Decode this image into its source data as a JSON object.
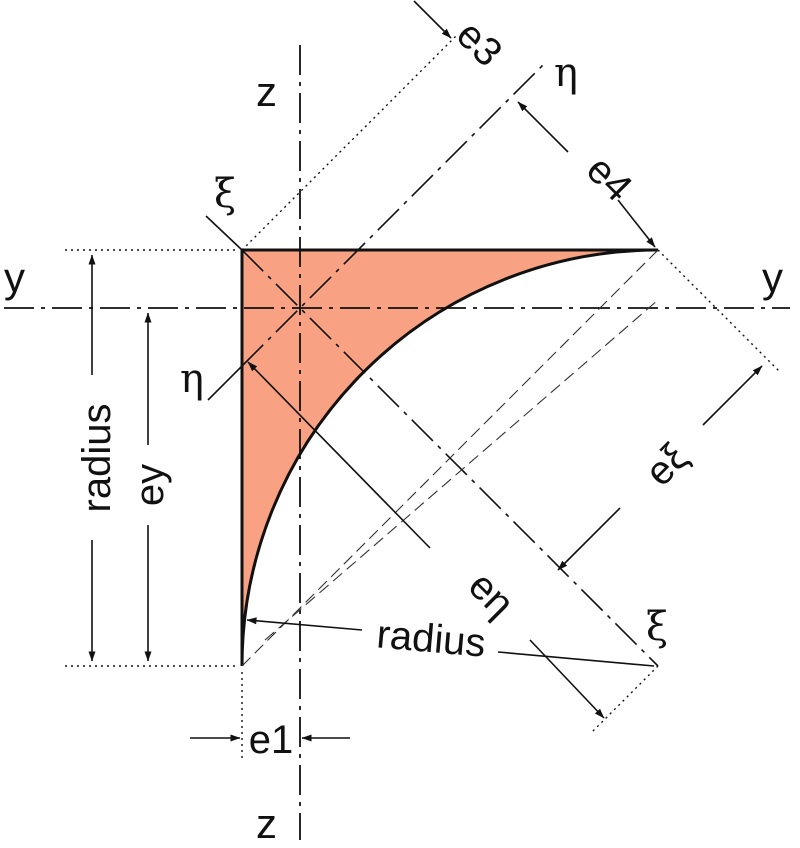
{
  "labels": {
    "z_top": "z",
    "z_bottom": "z",
    "y_left": "y",
    "y_right": "y",
    "xi_top": "ξ",
    "xi_bottom": "ξ",
    "eta_top": "η",
    "eta_left": "η",
    "e3": "e3",
    "e4": "e4",
    "e_xi": "eξ",
    "e_eta": "eη",
    "e1": "e1",
    "radius_vertical": "radius",
    "ey": "ey",
    "radius_diagonal": "radius"
  },
  "colors": {
    "fill": "#F8A283",
    "line": "#111111"
  }
}
